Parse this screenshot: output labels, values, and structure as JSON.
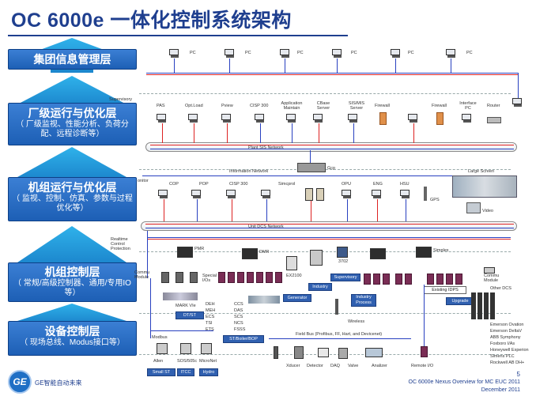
{
  "title": "OC 6000e 一体化控制系统架构",
  "layers": [
    {
      "name": "集团信息管理层",
      "desc": ""
    },
    {
      "name": "厂级运行与优化层",
      "desc": "（ 厂级监视、性能分析、负荷分配、远程诊断等）"
    },
    {
      "name": "机组运行与优化层",
      "desc": "（ 监视、控制、仿真、参数与过程优化等）"
    },
    {
      "name": "机组控制层",
      "desc": "（ 常规/高级控制器、通用/专用IO等）"
    },
    {
      "name": "设备控制层",
      "desc": "（ 现场总线、Modus接口等）"
    }
  ],
  "diagram": {
    "pc_label": "PC",
    "supervisory": "Supervisory",
    "top_nodes": [
      "PAS",
      "Opt.Load",
      "Pview",
      "CISP 300",
      "Application Maintain",
      "CBase Server",
      "SIS/MIS Server",
      "Firewall",
      "Firewall",
      "Interface PC",
      "Router"
    ],
    "plant_sis_network": "Plant SIS Network",
    "information_network": "Information Network",
    "gcp": "Gcp",
    "monitor": "onitor",
    "unit_nodes": [
      "COP",
      "POP",
      "CISP 300",
      "Simcprol",
      "OPU",
      "ENG",
      "HSU"
    ],
    "gps": "GPS",
    "large_screen": "Large Screen",
    "video": "Video",
    "unit_dcs_network": "Unit DCS Network",
    "realtime": "Realtime Control Protection",
    "commu": "Commu Module",
    "commu_right": "Commu Module",
    "pmr": "PMR",
    "dmr": "DMR",
    "simplex": "Simplex",
    "special_io": "Special I/Os",
    "mark_vie": "MARK VIe",
    "dtst": "DT/ST",
    "ex2100": "EX2100",
    "industry": "Industry",
    "supervisory_tag": "Supervisory",
    "generator": "Generator",
    "existing_idps": "Existing IDPS",
    "upgrade": "Upgrade",
    "n3702": "3702",
    "industry_process": "Industry Process",
    "wireless": "Wireless",
    "cats_left": [
      "DEH",
      "MEH",
      "ECS",
      "TSI",
      "ETS"
    ],
    "cats_right": [
      "CCS",
      "DAS",
      "SCS",
      "NCS",
      "FSSS"
    ],
    "boiler_bop": "ST/Boiler/BOP",
    "modbus": "Modbus",
    "field_bus": "Field Bus (Profibus, FF, Hart, and Devicenet)",
    "field_devices": [
      "Xducer",
      "Detector",
      "DAQ",
      "Valve",
      "Analizer"
    ],
    "remote_io": "Remote I/O",
    "vendors": [
      "Allen",
      "SOS/505c",
      "MicroNet"
    ],
    "vendor_tags": [
      "Small ST",
      "ITCC",
      "Hydro"
    ],
    "other_dcs": "Other DCS",
    "third_party": [
      "Emerson Ovation",
      "Emerson DeltaV",
      "ABB Symphony",
      "Foxboro I/As",
      "Honeywell Experion",
      "Simens PLC",
      "Rockwell AB DH+"
    ]
  },
  "footer": {
    "logo": "GE",
    "company": "GE智能自动未来",
    "page": "5",
    "line1": "OC 6000e Nexus Overview for MC EUC 2011",
    "line2": "December 2011"
  },
  "colors": {
    "title": "#1f3f8f",
    "layer": "#2b6fc9",
    "bus_red": "#dd2222",
    "bus_blue": "#2840c0",
    "arrow": "#29a8e0"
  }
}
